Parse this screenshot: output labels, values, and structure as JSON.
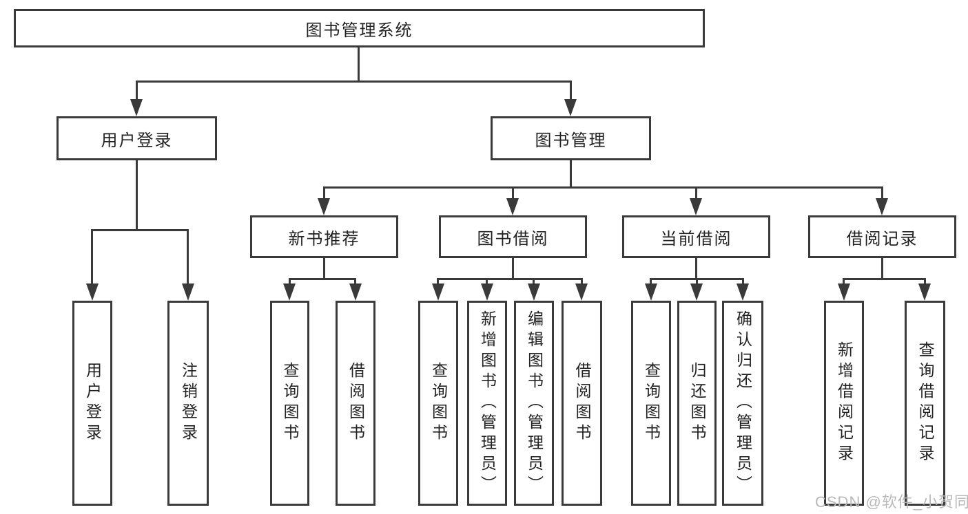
{
  "tree": {
    "root": {
      "label": "图书管理系统",
      "children": [
        {
          "label": "用户登录",
          "children": [
            {
              "label": "用户登录"
            },
            {
              "label": "注销登录"
            }
          ]
        },
        {
          "label": "图书管理",
          "children": [
            {
              "label": "新书推荐",
              "children": [
                {
                  "label": "查询图书"
                },
                {
                  "label": "借阅图书"
                }
              ]
            },
            {
              "label": "图书借阅",
              "children": [
                {
                  "label": "查询图书"
                },
                {
                  "label": "新增图书（管理员）"
                },
                {
                  "label": "编辑图书（管理员）"
                },
                {
                  "label": "借阅图书"
                }
              ]
            },
            {
              "label": "当前借阅",
              "children": [
                {
                  "label": "查询图书"
                },
                {
                  "label": "归还图书"
                },
                {
                  "label": "确认归还（管理员）"
                }
              ]
            },
            {
              "label": "借阅记录",
              "children": [
                {
                  "label": "新增借阅记录"
                },
                {
                  "label": "查询借阅记录"
                }
              ]
            }
          ]
        }
      ]
    }
  },
  "watermark": {
    "text": "CSDN @软件_小贺同学"
  },
  "colors": {
    "line": "#3a3a3a",
    "text": "#222222",
    "watermark": "#b9b9b9",
    "background": "#ffffff"
  }
}
